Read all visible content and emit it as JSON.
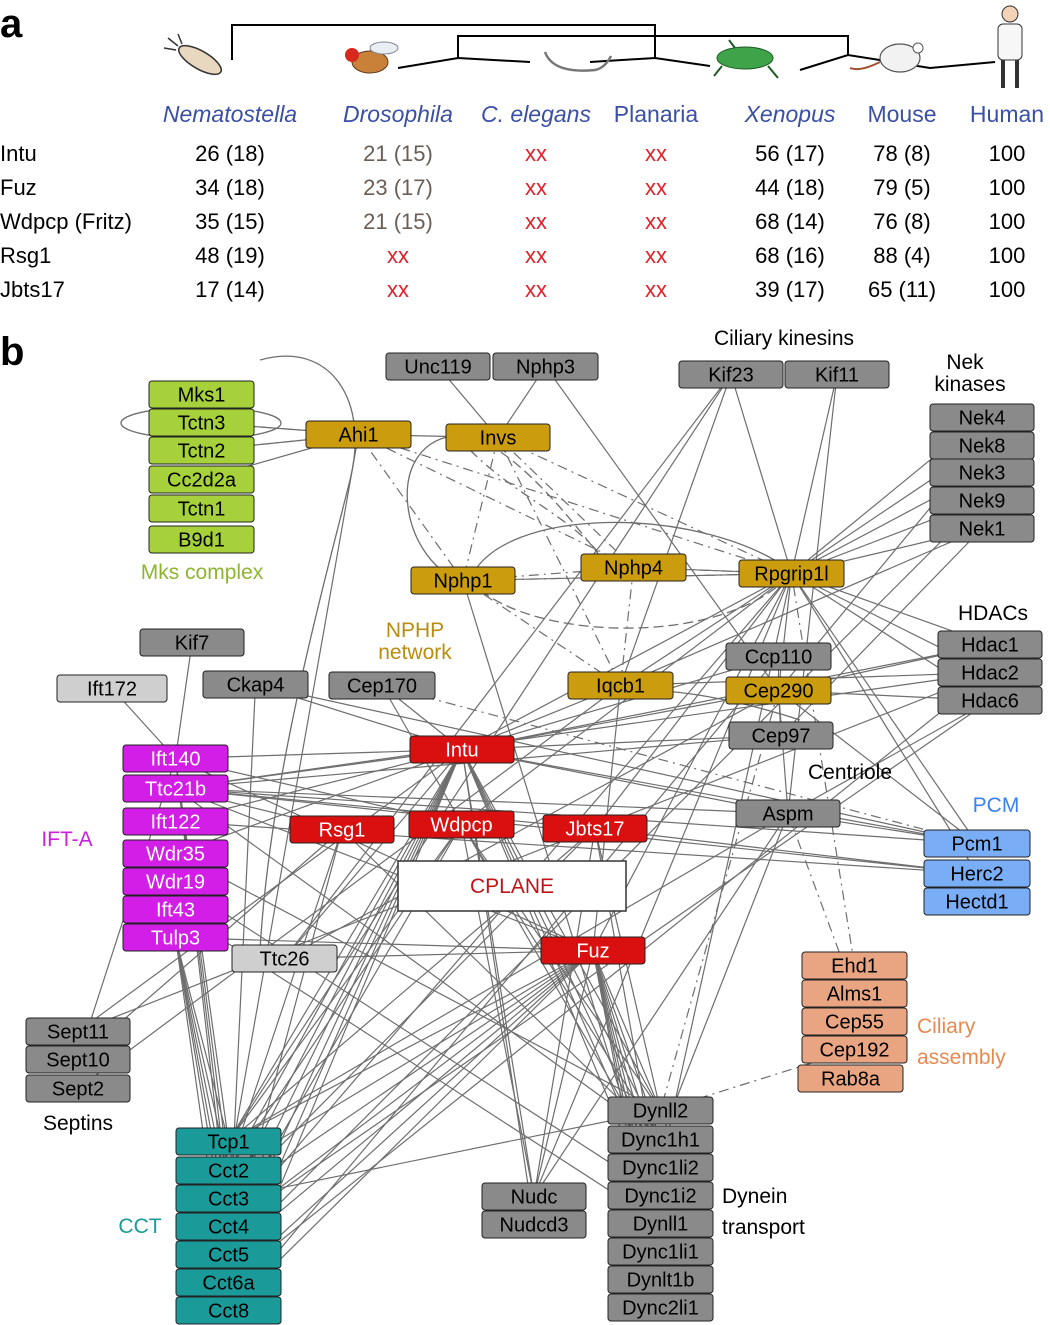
{
  "panel_a": {
    "letter": "a",
    "species": [
      {
        "name": "Nematostella",
        "italic": true
      },
      {
        "name": "Drosophila",
        "italic": true
      },
      {
        "name": "C. elegans",
        "italic": true
      },
      {
        "name": "Planaria",
        "italic": false
      },
      {
        "name": "Xenopus",
        "italic": true
      },
      {
        "name": "Mouse",
        "italic": false
      },
      {
        "name": "Human",
        "italic": false
      }
    ],
    "rows": [
      {
        "gene": "Intu",
        "values": [
          "26 (18)",
          "21 (15)",
          "xx",
          "xx",
          "56 (17)",
          "78 (8)",
          "100"
        ]
      },
      {
        "gene": "Fuz",
        "values": [
          "34 (18)",
          "23 (17)",
          "xx",
          "xx",
          "44 (18)",
          "79 (5)",
          "100"
        ]
      },
      {
        "gene": "Wdpcp (Fritz)",
        "values": [
          "35 (15)",
          "21 (15)",
          "xx",
          "xx",
          "68 (14)",
          "76 (8)",
          "100"
        ]
      },
      {
        "gene": "Rsg1",
        "values": [
          "48 (19)",
          "xx",
          "xx",
          "xx",
          "68 (16)",
          "88 (4)",
          "100"
        ]
      },
      {
        "gene": "Jbts17",
        "values": [
          "17 (14)",
          "xx",
          "xx",
          "xx",
          "39 (17)",
          "65 (11)",
          "100"
        ]
      }
    ],
    "colors": {
      "species": "#3a4fa6",
      "missing": "#e0222a",
      "drosophila_value": "#6b5e54"
    }
  },
  "panel_b": {
    "letter": "b",
    "colors": {
      "mks": "#a6d13a",
      "nphp": "#cc9c0f",
      "cplane": "#d9100f",
      "ift": "#d21ee6",
      "gray": "#8a8a8a",
      "lightgray": "#cfcfcf",
      "pcm": "#79aef7",
      "ciliary": "#e9a482",
      "cct": "#1a9a99",
      "edge": "#6e6e6e"
    },
    "group_labels": {
      "mks": "Mks complex",
      "nphp_line1": "NPHP",
      "nphp_line2": "network",
      "ciliary_kinesins": "Ciliary kinesins",
      "nek_line1": "Nek",
      "nek_line2": "kinases",
      "hdacs": "HDACs",
      "centriole": "Centriole",
      "pcm": "PCM",
      "ift_a": "IFT-A",
      "cplane": "CPLANE",
      "ciliary_assembly_line1": "Ciliary",
      "ciliary_assembly_line2": "assembly",
      "septins": "Septins",
      "cct": "CCT",
      "dynein_line1": "Dynein",
      "dynein_line2": "transport"
    },
    "nodes": [
      {
        "id": "Mks1",
        "label": "Mks1",
        "group": "mks"
      },
      {
        "id": "Tctn3",
        "label": "Tctn3",
        "group": "mks"
      },
      {
        "id": "Tctn2",
        "label": "Tctn2",
        "group": "mks"
      },
      {
        "id": "Cc2d2a",
        "label": "Cc2d2a",
        "group": "mks"
      },
      {
        "id": "Tctn1",
        "label": "Tctn1",
        "group": "mks"
      },
      {
        "id": "B9d1",
        "label": "B9d1",
        "group": "mks"
      },
      {
        "id": "Ahi1",
        "label": "Ahi1",
        "group": "nphp"
      },
      {
        "id": "Invs",
        "label": "Invs",
        "group": "nphp"
      },
      {
        "id": "Nphp1",
        "label": "Nphp1",
        "group": "nphp"
      },
      {
        "id": "Nphp4",
        "label": "Nphp4",
        "group": "nphp"
      },
      {
        "id": "Rpgrip1l",
        "label": "Rpgrip1l",
        "group": "nphp"
      },
      {
        "id": "Iqcb1",
        "label": "Iqcb1",
        "group": "nphp"
      },
      {
        "id": "Cep290",
        "label": "Cep290",
        "group": "nphp"
      },
      {
        "id": "Unc119",
        "label": "Unc119",
        "group": "gray"
      },
      {
        "id": "Nphp3",
        "label": "Nphp3",
        "group": "gray"
      },
      {
        "id": "Kif23",
        "label": "Kif23",
        "group": "gray"
      },
      {
        "id": "Kif11",
        "label": "Kif11",
        "group": "gray"
      },
      {
        "id": "Nek4",
        "label": "Nek4",
        "group": "gray"
      },
      {
        "id": "Nek8",
        "label": "Nek8",
        "group": "gray"
      },
      {
        "id": "Nek3",
        "label": "Nek3",
        "group": "gray"
      },
      {
        "id": "Nek9",
        "label": "Nek9",
        "group": "gray"
      },
      {
        "id": "Nek1",
        "label": "Nek1",
        "group": "gray"
      },
      {
        "id": "Hdac1",
        "label": "Hdac1",
        "group": "gray"
      },
      {
        "id": "Hdac2",
        "label": "Hdac2",
        "group": "gray"
      },
      {
        "id": "Hdac6",
        "label": "Hdac6",
        "group": "gray"
      },
      {
        "id": "Ccp110",
        "label": "Ccp110",
        "group": "gray"
      },
      {
        "id": "Cep97",
        "label": "Cep97",
        "group": "gray"
      },
      {
        "id": "Aspm",
        "label": "Aspm",
        "group": "gray"
      },
      {
        "id": "Kif7",
        "label": "Kif7",
        "group": "gray"
      },
      {
        "id": "Ift172",
        "label": "Ift172",
        "group": "lightgray"
      },
      {
        "id": "Ckap4",
        "label": "Ckap4",
        "group": "gray"
      },
      {
        "id": "Cep170",
        "label": "Cep170",
        "group": "gray"
      },
      {
        "id": "Intu",
        "label": "Intu",
        "group": "cplane"
      },
      {
        "id": "Rsg1",
        "label": "Rsg1",
        "group": "cplane"
      },
      {
        "id": "Wdpcp",
        "label": "Wdpcp",
        "group": "cplane"
      },
      {
        "id": "Jbts17",
        "label": "Jbts17",
        "group": "cplane"
      },
      {
        "id": "Fuz",
        "label": "Fuz",
        "group": "cplane"
      },
      {
        "id": "Ift140",
        "label": "Ift140",
        "group": "ift"
      },
      {
        "id": "Ttc21b",
        "label": "Ttc21b",
        "group": "ift"
      },
      {
        "id": "Ift122",
        "label": "Ift122",
        "group": "ift"
      },
      {
        "id": "Wdr35",
        "label": "Wdr35",
        "group": "ift"
      },
      {
        "id": "Wdr19",
        "label": "Wdr19",
        "group": "ift"
      },
      {
        "id": "Ift43",
        "label": "Ift43",
        "group": "ift"
      },
      {
        "id": "Tulp3",
        "label": "Tulp3",
        "group": "ift"
      },
      {
        "id": "Ttc26",
        "label": "Ttc26",
        "group": "lightgray"
      },
      {
        "id": "Pcm1",
        "label": "Pcm1",
        "group": "pcm"
      },
      {
        "id": "Herc2",
        "label": "Herc2",
        "group": "pcm"
      },
      {
        "id": "Hectd1",
        "label": "Hectd1",
        "group": "pcm"
      },
      {
        "id": "Ehd1",
        "label": "Ehd1",
        "group": "ciliary"
      },
      {
        "id": "Alms1",
        "label": "Alms1",
        "group": "ciliary"
      },
      {
        "id": "Cep55",
        "label": "Cep55",
        "group": "ciliary"
      },
      {
        "id": "Cep192",
        "label": "Cep192",
        "group": "ciliary"
      },
      {
        "id": "Rab8a",
        "label": "Rab8a",
        "group": "ciliary"
      },
      {
        "id": "Sept11",
        "label": "Sept11",
        "group": "gray"
      },
      {
        "id": "Sept10",
        "label": "Sept10",
        "group": "gray"
      },
      {
        "id": "Sept2",
        "label": "Sept2",
        "group": "gray"
      },
      {
        "id": "Tcp1",
        "label": "Tcp1",
        "group": "cct"
      },
      {
        "id": "Cct2",
        "label": "Cct2",
        "group": "cct"
      },
      {
        "id": "Cct3",
        "label": "Cct3",
        "group": "cct"
      },
      {
        "id": "Cct4",
        "label": "Cct4",
        "group": "cct"
      },
      {
        "id": "Cct5",
        "label": "Cct5",
        "group": "cct"
      },
      {
        "id": "Cct6a",
        "label": "Cct6a",
        "group": "cct"
      },
      {
        "id": "Cct8",
        "label": "Cct8",
        "group": "cct"
      },
      {
        "id": "Nudc",
        "label": "Nudc",
        "group": "gray"
      },
      {
        "id": "Nudcd3",
        "label": "Nudcd3",
        "group": "gray"
      },
      {
        "id": "Dynll2",
        "label": "Dynll2",
        "group": "gray"
      },
      {
        "id": "Dync1h1",
        "label": "Dync1h1",
        "group": "gray"
      },
      {
        "id": "Dync1li2",
        "label": "Dync1li2",
        "group": "gray"
      },
      {
        "id": "Dync1i2",
        "label": "Dync1i2",
        "group": "gray"
      },
      {
        "id": "Dynll1",
        "label": "Dynll1",
        "group": "gray"
      },
      {
        "id": "Dync1li1",
        "label": "Dync1li1",
        "group": "gray"
      },
      {
        "id": "Dynlt1b",
        "label": "Dynlt1b",
        "group": "gray"
      },
      {
        "id": "Dync2li1",
        "label": "Dync2li1",
        "group": "gray"
      }
    ],
    "edges": [
      [
        "Intu",
        "Ift140"
      ],
      [
        "Intu",
        "Ttc21b"
      ],
      [
        "Intu",
        "Ift122"
      ],
      [
        "Intu",
        "Wdr35"
      ],
      [
        "Intu",
        "Iqcb1"
      ],
      [
        "Intu",
        "Cep290"
      ],
      [
        "Intu",
        "Rpgrip1l"
      ],
      [
        "Intu",
        "Ckap4"
      ],
      [
        "Intu",
        "Cep170"
      ],
      [
        "Intu",
        "Tcp1"
      ],
      [
        "Intu",
        "Cct2"
      ],
      [
        "Intu",
        "Cct3"
      ],
      [
        "Intu",
        "Cct4"
      ],
      [
        "Intu",
        "Cct5"
      ],
      [
        "Intu",
        "Cct6a"
      ],
      [
        "Intu",
        "Cct8"
      ],
      [
        "Intu",
        "Dynll2"
      ],
      [
        "Intu",
        "Dync1h1"
      ],
      [
        "Intu",
        "Dync1li2"
      ],
      [
        "Intu",
        "Dync1i2"
      ],
      [
        "Intu",
        "Dynll1"
      ],
      [
        "Intu",
        "Nudc"
      ],
      [
        "Intu",
        "Nudcd3"
      ],
      [
        "Intu",
        "Sept11"
      ],
      [
        "Intu",
        "Ttc26"
      ],
      [
        "Intu",
        "Aspm"
      ],
      [
        "Intu",
        "Cep97"
      ],
      [
        "Intu",
        "Ccp110"
      ],
      [
        "Intu",
        "Pcm1"
      ],
      [
        "Intu",
        "Hdac1"
      ],
      [
        "Fuz",
        "Tcp1"
      ],
      [
        "Fuz",
        "Cct2"
      ],
      [
        "Fuz",
        "Cct3"
      ],
      [
        "Fuz",
        "Cct4"
      ],
      [
        "Fuz",
        "Cct5"
      ],
      [
        "Fuz",
        "Cct6a"
      ],
      [
        "Fuz",
        "Cct8"
      ],
      [
        "Fuz",
        "Dynll2"
      ],
      [
        "Fuz",
        "Dync1h1"
      ],
      [
        "Fuz",
        "Dync1li2"
      ],
      [
        "Fuz",
        "Dync1i2"
      ],
      [
        "Fuz",
        "Dynll1"
      ],
      [
        "Fuz",
        "Dync1li1"
      ],
      [
        "Fuz",
        "Dynlt1b"
      ],
      [
        "Fuz",
        "Dync2li1"
      ],
      [
        "Fuz",
        "Ttc26"
      ],
      [
        "Fuz",
        "Ift140"
      ],
      [
        "Fuz",
        "Tulp3"
      ],
      [
        "Fuz",
        "Rpgrip1l"
      ],
      [
        "Fuz",
        "Iqcb1"
      ],
      [
        "Fuz",
        "Nudc"
      ],
      [
        "Fuz",
        "Ttc21b"
      ],
      [
        "Wdpcp",
        "Tcp1"
      ],
      [
        "Wdpcp",
        "Cct2"
      ],
      [
        "Wdpcp",
        "Cct4"
      ],
      [
        "Wdpcp",
        "Dynll2"
      ],
      [
        "Wdpcp",
        "Dync1h1"
      ],
      [
        "Wdpcp",
        "Ift140"
      ],
      [
        "Wdpcp",
        "Nudc"
      ],
      [
        "Wdpcp",
        "Rpgrip1l"
      ],
      [
        "Jbts17",
        "Tcp1"
      ],
      [
        "Jbts17",
        "Cct3"
      ],
      [
        "Jbts17",
        "Dynll2"
      ],
      [
        "Jbts17",
        "Dync1i2"
      ],
      [
        "Jbts17",
        "Rpgrip1l"
      ],
      [
        "Jbts17",
        "Nudc"
      ],
      [
        "Jbts17",
        "Ttc21b"
      ],
      [
        "Rsg1",
        "Cct2"
      ],
      [
        "Rsg1",
        "Cct5"
      ],
      [
        "Rsg1",
        "Ttc21b"
      ],
      [
        "Rsg1",
        "Dync1h1"
      ],
      [
        "Rsg1",
        "Sept10"
      ],
      [
        "Ift140",
        "Tcp1"
      ],
      [
        "Ift140",
        "Cct2"
      ],
      [
        "Ift140",
        "Cct3"
      ],
      [
        "Ift140",
        "Cct4"
      ],
      [
        "Ift140",
        "Kif7"
      ],
      [
        "Ift140",
        "Ift172"
      ],
      [
        "Tulp3",
        "Tcp1"
      ],
      [
        "Tulp3",
        "Cct2"
      ],
      [
        "Tulp3",
        "Cct3"
      ],
      [
        "Tulp3",
        "Cct4"
      ],
      [
        "Tulp3",
        "Cct5"
      ],
      [
        "Tulp3",
        "Cct8"
      ],
      [
        "Ttc21b",
        "Pcm1"
      ],
      [
        "Ttc21b",
        "Herc2"
      ],
      [
        "Ttc21b",
        "Cep97"
      ],
      [
        "Ttc21b",
        "Dync1h1"
      ],
      [
        "Ift122",
        "Herc2"
      ],
      [
        "Wdr35",
        "Dynll2"
      ],
      [
        "Wdr19",
        "Dync1i2"
      ],
      [
        "Ift43",
        "Dynll1"
      ],
      [
        "Ahi1",
        "Tctn3"
      ],
      [
        "Ahi1",
        "Tctn2"
      ],
      [
        "Ahi1",
        "Invs"
      ],
      [
        "Ahi1",
        "Cc2d2a"
      ],
      [
        "Ahi1",
        "Cct2"
      ],
      [
        "Rpgrip1l",
        "Nphp4"
      ],
      [
        "Rpgrip1l",
        "Nphp1"
      ],
      [
        "Rpgrip1l",
        "Nek4"
      ],
      [
        "Rpgrip1l",
        "Nek8"
      ],
      [
        "Rpgrip1l",
        "Nek3"
      ],
      [
        "Rpgrip1l",
        "Nek9"
      ],
      [
        "Rpgrip1l",
        "Nek1"
      ],
      [
        "Rpgrip1l",
        "Kif23"
      ],
      [
        "Rpgrip1l",
        "Kif11"
      ],
      [
        "Rpgrip1l",
        "Pcm1"
      ],
      [
        "Rpgrip1l",
        "Herc2"
      ],
      [
        "Rpgrip1l",
        "Hdac1"
      ],
      [
        "Rpgrip1l",
        "Hdac2"
      ],
      [
        "Rpgrip1l",
        "Hdac6"
      ],
      [
        "Rpgrip1l",
        "Cct4"
      ],
      [
        "Rpgrip1l",
        "Nudc"
      ],
      [
        "Rpgrip1l",
        "Dync1li2"
      ],
      [
        "Rpgrip1l",
        "Cep290"
      ],
      [
        "Rpgrip1l",
        "Iqcb1"
      ],
      [
        "Cep290",
        "Ccp110"
      ],
      [
        "Cep290",
        "Cep97"
      ],
      [
        "Cep290",
        "Hdac1"
      ],
      [
        "Cep290",
        "Hdac6"
      ],
      [
        "Cep290",
        "Pcm1"
      ],
      [
        "Cep290",
        "Aspm"
      ],
      [
        "Cep290",
        "Nek8"
      ],
      [
        "Iqcb1",
        "Nek1"
      ],
      [
        "Iqcb1",
        "Hdac2"
      ],
      [
        "Iqcb1",
        "Kif23"
      ],
      [
        "Aspm",
        "Pcm1"
      ],
      [
        "Aspm",
        "Dync1h1"
      ],
      [
        "Aspm",
        "Ttc21b"
      ],
      [
        "Aspm",
        "Hdac6"
      ],
      [
        "Kif23",
        "Tcp1"
      ],
      [
        "Kif11",
        "Aspm"
      ],
      [
        "Nek1",
        "Cep97"
      ],
      [
        "Hdac6",
        "Cct4"
      ],
      [
        "Hdac2",
        "Ttc21b"
      ],
      [
        "Invs",
        "Nphp3"
      ],
      [
        "Invs",
        "Unc119"
      ],
      [
        "Nphp3",
        "Cep290"
      ],
      [
        "Ckap4",
        "Pcm1"
      ],
      [
        "Ckap4",
        "Cct5"
      ],
      [
        "Cep170",
        "Dync1li2"
      ],
      [
        "Ttc26",
        "Cep290"
      ],
      [
        "Ttc26",
        "Kif23"
      ],
      [
        "Sept2",
        "Iqcb1"
      ],
      [
        "Sept11",
        "Hdac2"
      ],
      [
        "Sept10",
        "Ift140"
      ],
      [
        "Nudc",
        "Aspm"
      ],
      [
        "Dynll1",
        "Nphp1"
      ],
      [
        "Cct5",
        "Nek9"
      ],
      [
        "Cct8",
        "Ccp110"
      ],
      [
        "Cct3",
        "Dynll2"
      ],
      [
        "Tcp1",
        "Aspm"
      ],
      [
        "Cct6a",
        "Hdac2"
      ],
      [
        "Herc2",
        "Jbts17"
      ]
    ],
    "dashed_edges": [
      [
        "Ahi1",
        "Tctn3"
      ],
      [
        "Ahi1",
        "Tctn2"
      ],
      [
        "Ahi1",
        "Nphp1"
      ],
      [
        "Invs",
        "Nphp4"
      ],
      [
        "Invs",
        "Nphp1"
      ],
      [
        "Invs",
        "Rpgrip1l"
      ],
      [
        "Nphp1",
        "Nphp4"
      ],
      [
        "Nphp4",
        "Rpgrip1l"
      ],
      [
        "Nphp1",
        "Rpgrip1l"
      ],
      [
        "Nphp4",
        "Iqcb1"
      ],
      [
        "Iqcb1",
        "Nphp1"
      ],
      [
        "Ahi1",
        "Rpgrip1l"
      ],
      [
        "Cep290",
        "Dynll2"
      ],
      [
        "Cep170",
        "Pcm1"
      ],
      [
        "Cep192",
        "Dynll2"
      ],
      [
        "Ehd1",
        "Rpgrip1l"
      ],
      [
        "Alms1",
        "Aspm"
      ],
      [
        "Invs",
        "Iqcb1"
      ],
      [
        "Nphp4",
        "Ahi1"
      ]
    ]
  }
}
